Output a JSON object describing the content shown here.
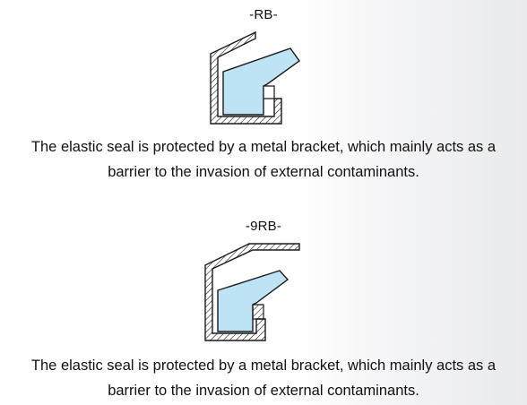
{
  "sections": [
    {
      "label": "-RB-",
      "line1": "The elastic seal is protected by a metal bracket, which mainly acts as a",
      "line2": "barrier to the invasion of external contaminants."
    },
    {
      "label": "-9RB-",
      "line1": "The elastic seal is protected by a metal bracket, which mainly acts as a",
      "line2": "barrier to the invasion of external contaminants."
    }
  ],
  "colors": {
    "seal_fill": "#bde3f5",
    "outline": "#1a1a1a",
    "hatch": "#1a1a1a"
  }
}
